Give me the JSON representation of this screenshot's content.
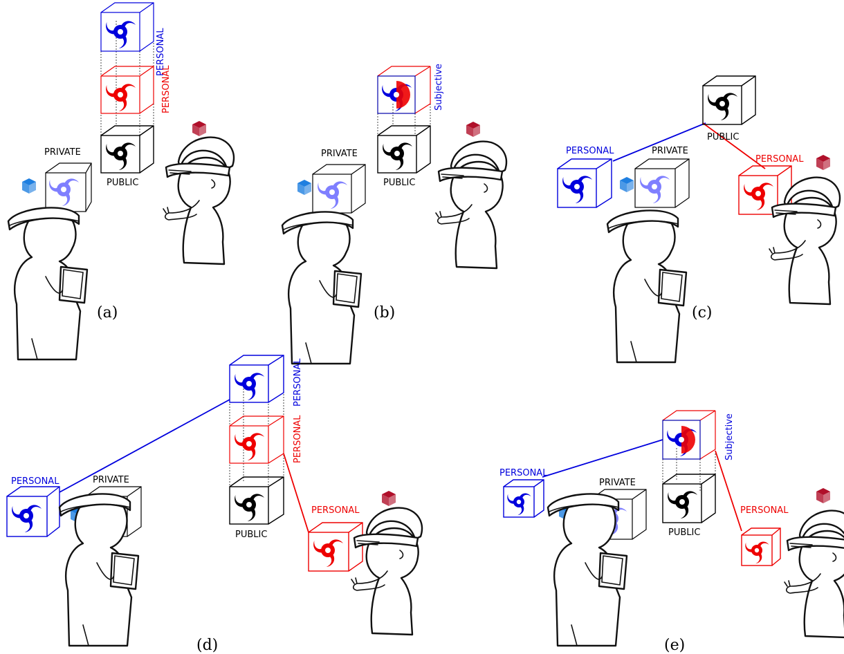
{
  "panels": {
    "a": {
      "caption": "(a)",
      "public_label": "PUBLIC",
      "private_label": "PRIVATE",
      "personal_red_label": "PERSONAL",
      "personal_blue_label": "PERSONAL"
    },
    "b": {
      "caption": "(b)",
      "public_label": "PUBLIC",
      "private_label": "PRIVATE",
      "subjective_label": "Subjective"
    },
    "c": {
      "caption": "(c)",
      "public_label": "PUBLIC",
      "private_label": "PRIVATE",
      "personal_blue_label": "PERSONAL",
      "personal_red_label": "PERSONAL"
    },
    "d": {
      "caption": "(d)",
      "public_label": "PUBLIC",
      "private_label": "PRIVATE",
      "personal_red_label": "PERSONAL",
      "personal_blue_label": "PERSONAL",
      "personal_blue_left_label": "PERSONAL",
      "personal_red_right_label": "PERSONAL"
    },
    "e": {
      "caption": "(e)",
      "public_label": "PUBLIC",
      "private_label": "PRIVATE",
      "subjective_label": "Subjective",
      "personal_blue_left_label": "PERSONAL",
      "personal_red_right_label": "PERSONAL"
    }
  },
  "colors": {
    "public": "#000000",
    "private": "#7f7fff",
    "personal_blue": "#0000dd",
    "personal_red": "#ee0000",
    "marker_blue": "#1f7fe0",
    "marker_red": "#b0102a"
  },
  "icons": {
    "cube": "wireframe-cube",
    "content": "swirl-icon",
    "marker": "small-solid-cube-icon",
    "viewer_tablet": "person-with-tablet",
    "viewer_hmd": "person-with-headset"
  }
}
